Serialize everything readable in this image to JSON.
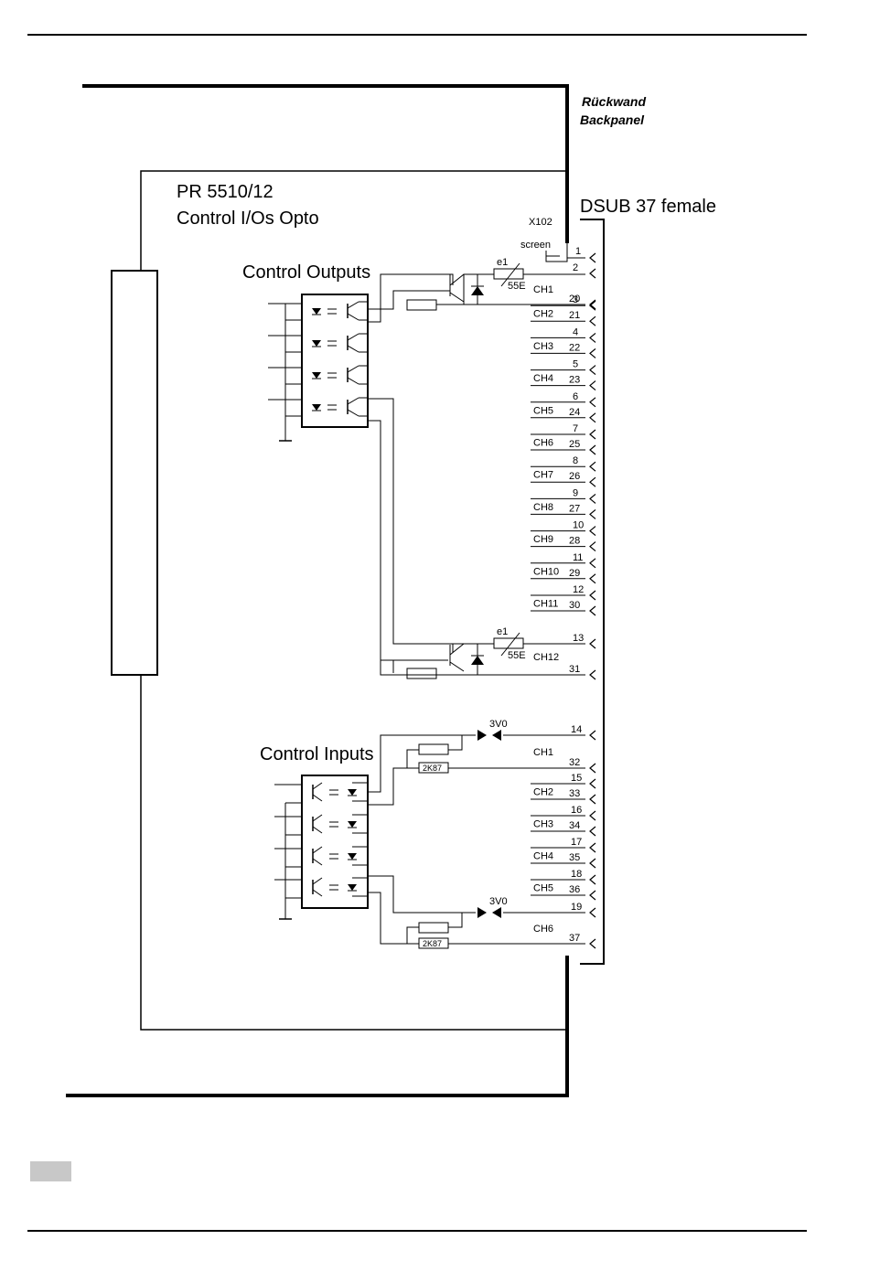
{
  "backpanel": {
    "label_de": "Rückwand",
    "label_en": "Backpanel"
  },
  "board": {
    "model": "PR 5510/12",
    "name": "Control I/Os Opto"
  },
  "connector": {
    "title": "DSUB 37 female",
    "ref": "X102",
    "screen_label": "screen"
  },
  "outputs": {
    "title": "Control Outputs",
    "varistor_label": "e1",
    "varistor_value": "55E",
    "channels": [
      {
        "name": "CH1",
        "pin_a": "2",
        "pin_b": "20"
      },
      {
        "name": "CH2",
        "pin_a": "3",
        "pin_b": "21"
      },
      {
        "name": "CH3",
        "pin_a": "4",
        "pin_b": "22"
      },
      {
        "name": "CH4",
        "pin_a": "5",
        "pin_b": "23"
      },
      {
        "name": "CH5",
        "pin_a": "6",
        "pin_b": "24"
      },
      {
        "name": "CH6",
        "pin_a": "7",
        "pin_b": "25"
      },
      {
        "name": "CH7",
        "pin_a": "8",
        "pin_b": "26"
      },
      {
        "name": "CH8",
        "pin_a": "9",
        "pin_b": "27"
      },
      {
        "name": "CH9",
        "pin_a": "10",
        "pin_b": "28"
      },
      {
        "name": "CH10",
        "pin_a": "11",
        "pin_b": "29"
      },
      {
        "name": "CH11",
        "pin_a": "12",
        "pin_b": "30"
      },
      {
        "name": "CH12",
        "pin_a": "13",
        "pin_b": "31"
      }
    ]
  },
  "inputs": {
    "title": "Control Inputs",
    "zener_value": "3V0",
    "resistor_value": "2K87",
    "channels": [
      {
        "name": "CH1",
        "pin_a": "14",
        "pin_b": "32"
      },
      {
        "name": "CH2",
        "pin_a": "15",
        "pin_b": "33"
      },
      {
        "name": "CH3",
        "pin_a": "16",
        "pin_b": "34"
      },
      {
        "name": "CH4",
        "pin_a": "17",
        "pin_b": "35"
      },
      {
        "name": "CH5",
        "pin_a": "18",
        "pin_b": "36"
      },
      {
        "name": "CH6",
        "pin_a": "19",
        "pin_b": "37"
      }
    ]
  },
  "pin1": "1"
}
